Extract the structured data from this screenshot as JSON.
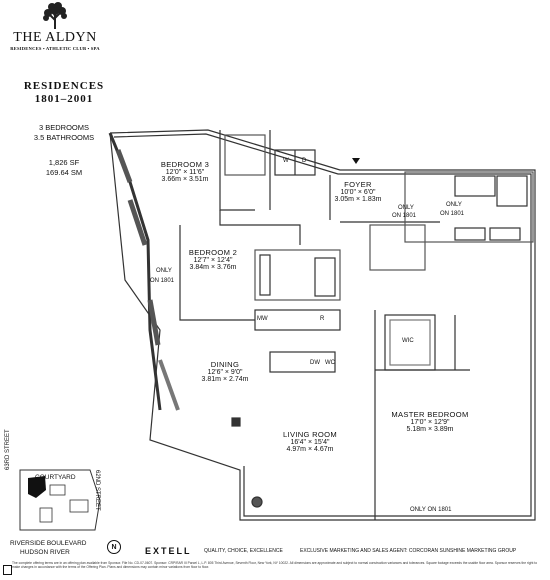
{
  "brand": {
    "name": "THE ALDYN",
    "tagline": "RESIDENCES • ATHLETIC CLUB • SPA"
  },
  "residence": {
    "title": "RESIDENCES",
    "floors": "1801–2001",
    "bedrooms": "3 BEDROOMS",
    "bathrooms": "3.5 BATHROOMS",
    "area_sf": "1,826 SF",
    "area_sm": "169.64 SM"
  },
  "rooms": {
    "bedroom3": {
      "name": "BEDROOM 3",
      "imperial": "12'0\" × 11'6\"",
      "metric": "3.66m × 3.51m"
    },
    "foyer": {
      "name": "FOYER",
      "imperial": "10'0\" × 6'0\"",
      "metric": "3.05m × 1.83m"
    },
    "bedroom2": {
      "name": "BEDROOM 2",
      "imperial": "12'7\" × 12'4\"",
      "metric": "3.84m × 3.76m"
    },
    "dining": {
      "name": "DINING",
      "imperial": "12'6\" × 9'0\"",
      "metric": "3.81m × 2.74m"
    },
    "living": {
      "name": "LIVING ROOM",
      "imperial": "16'4\" × 15'4\"",
      "metric": "4.97m × 4.67m"
    },
    "master": {
      "name": "MASTER BEDROOM",
      "imperial": "17'0\" × 12'9\"",
      "metric": "5.18m × 3.89m"
    }
  },
  "labels": {
    "only_1801": "ONLY",
    "on_1801": "ON 1801",
    "only_on_1801": "ONLY ON 1801",
    "wic": "WIC",
    "washer": "W",
    "dryer": "D",
    "dw": "DW",
    "wc": "WC",
    "mw": "MW",
    "r": "R"
  },
  "keyplan": {
    "courtyard": "COURTYARD",
    "street_west": "63RD STREET",
    "street_east": "62ND STREET",
    "boulevard": "RIVERSIDE BOULEVARD",
    "river": "HUDSON RIVER",
    "north": "N"
  },
  "footer": {
    "developer": "EXTELL",
    "slogan": "QUALITY, CHOICE, EXCELLENCE",
    "marketing": "EXCLUSIVE MARKETING AND SALES AGENT: CORCORAN SUNSHINE MARKETING GROUP",
    "fine_print": "The complete offering terms are in an offering plan available from Sponsor. File No. CD-07-0607. Sponsor: CRP/RAR III Parcel L, L.P. 805 Third Avenue, Seventh Floor, New York, NY 10022. All dimensions are approximate and subject to normal construction variances and tolerances. Square footage exceeds the usable floor area. Sponsor reserves the right to make changes in accordance with the terms of the Offering Plan. Plans and dimensions may contain minor variations from floor to floor."
  }
}
